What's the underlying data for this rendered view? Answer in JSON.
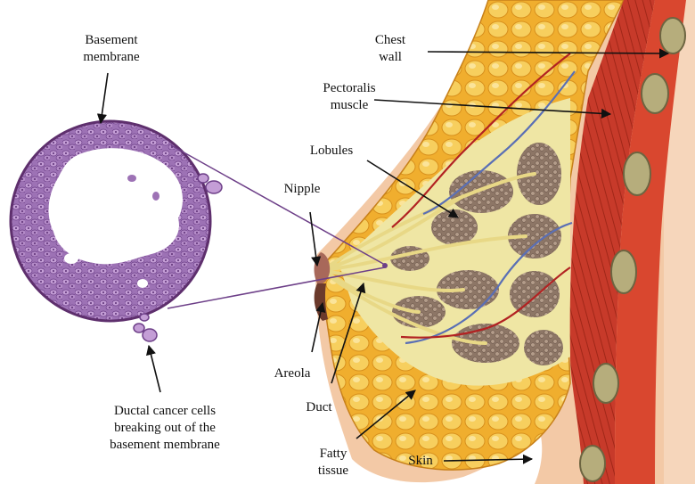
{
  "labels": {
    "basement_membrane": [
      "Basement",
      "membrane"
    ],
    "chest_wall": [
      "Chest",
      "wall"
    ],
    "pectoralis_muscle": [
      "Pectoralis",
      "muscle"
    ],
    "lobules": "Lobules",
    "nipple": "Nipple",
    "areola": "Areola",
    "duct": "Duct",
    "fatty_tissue": [
      "Fatty",
      "tissue"
    ],
    "skin": "Skin",
    "ductal_cancer": [
      "Ductal cancer cells",
      "breaking out of the",
      "basement membrane"
    ]
  },
  "colors": {
    "skin": "#f3c9a6",
    "fat": "#f2b53a",
    "fat_light": "#f8d776",
    "muscle": "#c8392b",
    "rib": "#b6ad7c",
    "lobule": "#9a8270",
    "duct_tissue": "#efe6a4",
    "vein": "#5a6fb5",
    "artery": "#b22222",
    "cell": "#b58fc9",
    "cell_dark": "#7e4a98",
    "membrane": "#5e2f6d"
  }
}
